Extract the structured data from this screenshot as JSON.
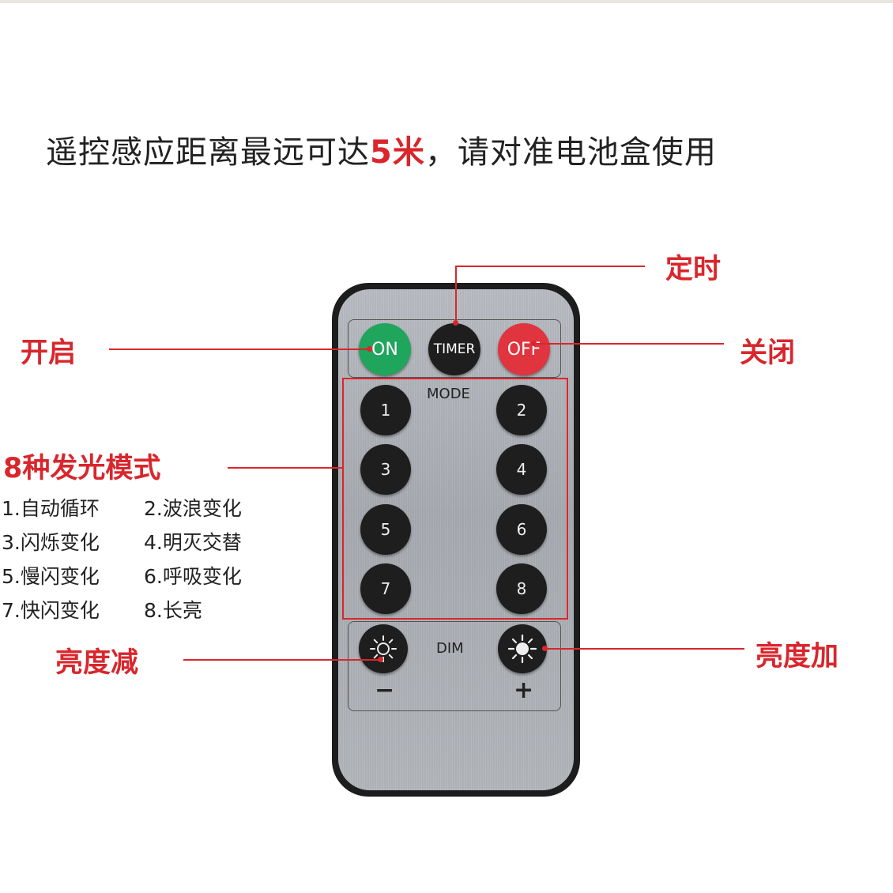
{
  "headline": {
    "before": "遥控感应距离最远可达",
    "highlight": "5米",
    "after": "，请对准电池盒使用"
  },
  "callouts": {
    "timer": "定时",
    "on": "开启",
    "off": "关闭",
    "modes": "8种发光模式",
    "dim_down": "亮度减",
    "dim_up": "亮度加"
  },
  "modes_list": [
    [
      "1.自动循环",
      "2.波浪变化"
    ],
    [
      "3.闪烁变化",
      "4.明灭交替"
    ],
    [
      "5.慢闪变化",
      "6.呼吸变化"
    ],
    [
      "7.快闪变化",
      "8.长亮"
    ]
  ],
  "remote": {
    "on_label": "ON",
    "timer_label": "TIMER",
    "off_label": "OFF",
    "mode_label": "MODE",
    "dim_label": "DIM",
    "minus": "−",
    "plus": "+",
    "numbers": [
      "1",
      "2",
      "3",
      "4",
      "5",
      "6",
      "7",
      "8"
    ]
  },
  "colors": {
    "accent": "#d9262c",
    "on_button": "#1fa55c",
    "off_button": "#e0343f",
    "key": "#1e1e1e"
  }
}
